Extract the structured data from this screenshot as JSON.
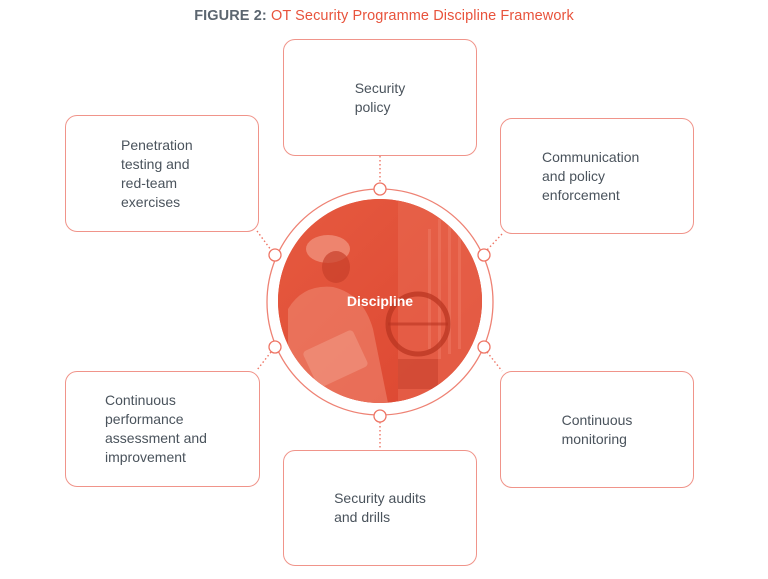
{
  "figure": {
    "prefix": "FIGURE 2:",
    "title": "OT Security Programme Discipline Framework"
  },
  "hub": {
    "label": "Discipline",
    "image": "industrial-worker-photo-red-tint"
  },
  "nodes": [
    {
      "position": "top",
      "label": "Security\npolicy"
    },
    {
      "position": "top-right",
      "label": "Communication\nand policy\nenforcement"
    },
    {
      "position": "bottom-right",
      "label": "Continuous\nmonitoring"
    },
    {
      "position": "bottom",
      "label": "Security audits\nand drills"
    },
    {
      "position": "bottom-left",
      "label": "Continuous\nperformance\nassessment and\nimprovement"
    },
    {
      "position": "top-left",
      "label": "Penetration\ntesting and\nred-team\nexercises"
    }
  ],
  "colors": {
    "accent": "#e8533c",
    "box_border": "#f0948a",
    "text": "#4a535c",
    "title_prefix": "#5c6670",
    "hub_fill": "#e34b33"
  }
}
